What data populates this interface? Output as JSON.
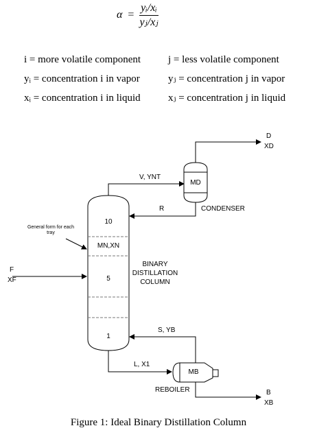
{
  "formula": {
    "lhs": "α",
    "equals": "=",
    "numerator": "yᵢ/xᵢ",
    "denominator": "yⱼ/xⱼ"
  },
  "definitions": {
    "left": [
      "i = more volatile component",
      "yᵢ = concentration i in vapor",
      "xᵢ = concentration i in liquid"
    ],
    "right": [
      "j = less volatile component",
      "yⱼ = concentration j in vapor",
      "xⱼ = concentration j in liquid"
    ]
  },
  "diagram": {
    "distillate": {
      "name": "D",
      "comp": "XD"
    },
    "bottoms": {
      "name": "B",
      "comp": "XB"
    },
    "feed": {
      "name": "F",
      "comp": "XF"
    },
    "vapor_top": "V, YNT",
    "reflux": "R",
    "condenser_holdup": "MD",
    "condenser_label": "CONDENSER",
    "tray_note": "General form for each tray",
    "tray_top": "10",
    "tray_general": "MN,XN",
    "tray_feed": "5",
    "tray_bottom": "1",
    "column_label": [
      "BINARY",
      "DISTILLATION",
      "COLUMN"
    ],
    "vapor_boil": "S, YB",
    "liquid_bottom": "L, X1",
    "reboiler_holdup": "MB",
    "reboiler_label": "REBOILER"
  },
  "caption": "Figure 1: Ideal Binary Distillation Column"
}
